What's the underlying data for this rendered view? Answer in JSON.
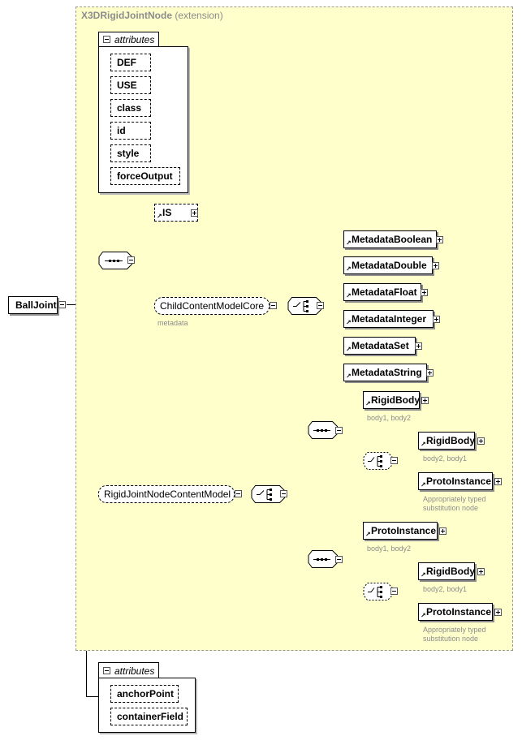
{
  "root": {
    "label": "BallJoint"
  },
  "extension": {
    "type_name": "X3DRigidJointNode",
    "qualifier": "(extension)"
  },
  "attributes_header": "attributes",
  "inherited_attributes": [
    "DEF",
    "USE",
    "class",
    "id",
    "style",
    "forceOutput"
  ],
  "own_attributes": [
    "anchorPoint",
    "containerField"
  ],
  "is_element": {
    "label": "IS"
  },
  "child_content_group": {
    "label": "ChildContentModelCore",
    "note": "metadata"
  },
  "metadata_nodes": [
    "MetadataBoolean",
    "MetadataDouble",
    "MetadataFloat",
    "MetadataInteger",
    "MetadataSet",
    "MetadataString"
  ],
  "rigid_joint_group": {
    "label": "RigidJointNodeContentModel"
  },
  "sequence_1": {
    "first": {
      "label": "RigidBody",
      "note": "body1, body2"
    },
    "choice": [
      {
        "label": "RigidBody",
        "note": "body2, body1"
      },
      {
        "label": "ProtoInstance",
        "note_line1": "Appropriately typed",
        "note_line2": "substitution node"
      }
    ]
  },
  "sequence_2": {
    "first": {
      "label": "ProtoInstance",
      "note": "body1, body2"
    },
    "choice": [
      {
        "label": "RigidBody",
        "note": "body2, body1"
      },
      {
        "label": "ProtoInstance",
        "note_line1": "Appropriately typed",
        "note_line2": "substitution node"
      }
    ]
  },
  "colors": {
    "extension_bg": "#ffffcc",
    "note_text": "#8c8c8c",
    "line": "#000000"
  }
}
